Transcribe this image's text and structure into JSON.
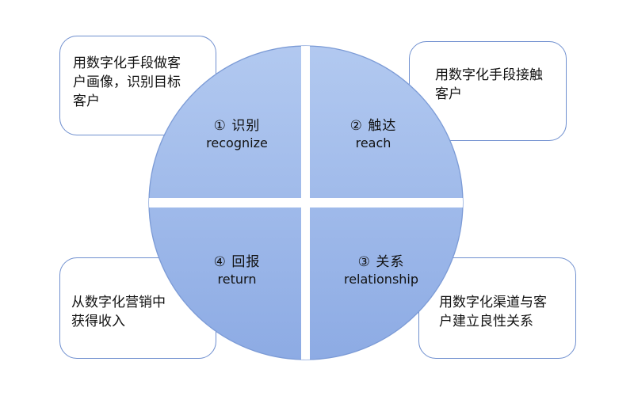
{
  "quadrants": [
    {
      "title": "① 识别",
      "subtitle": "recognize"
    },
    {
      "title": "② 触达",
      "subtitle": "reach"
    },
    {
      "title": "③ 关系",
      "subtitle": "relationship"
    },
    {
      "title": "④ 回报",
      "subtitle": "return"
    }
  ],
  "notes": {
    "top_left": {
      "line1": "用数字化手段做客",
      "line2": "户画像，识别目标",
      "line3": "客户"
    },
    "top_right": {
      "line1": "用数字化手段接触",
      "line2": "客户"
    },
    "bottom_left": {
      "line1": "从数字化营销中",
      "line2": "获得收入"
    },
    "bottom_right": {
      "line1": "用数字化渠道与客",
      "line2": "户建立良性关系"
    }
  },
  "colors": {
    "fill_top": "#b2c9f0",
    "fill_bottom": "#8dabe4",
    "stroke": "#7c9bd6",
    "box_border": "#6f8fcf"
  }
}
